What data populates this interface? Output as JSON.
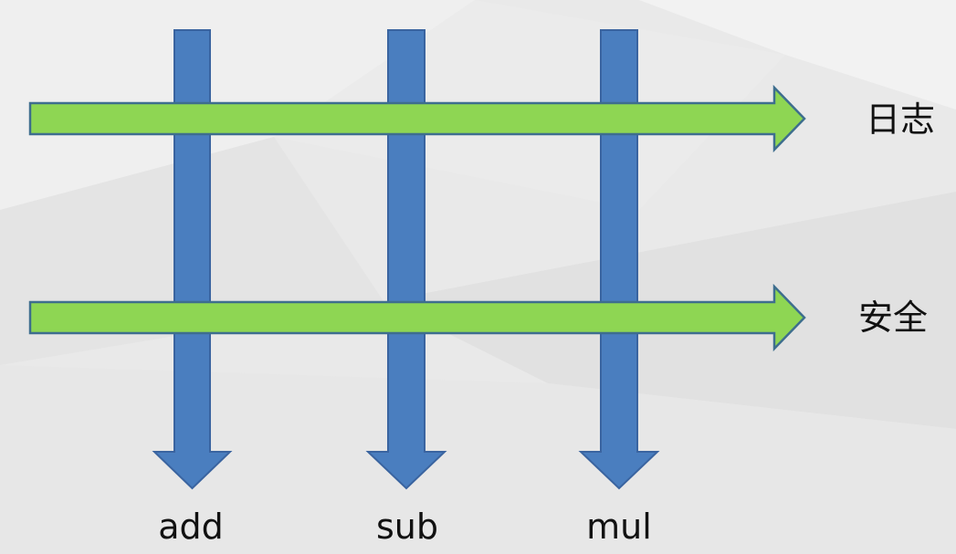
{
  "columns": [
    {
      "label": "add"
    },
    {
      "label": "sub"
    },
    {
      "label": "mul"
    }
  ],
  "rows": [
    {
      "label": "日志"
    },
    {
      "label": "安全"
    }
  ],
  "colors": {
    "vertical_arrow_fill": "#4a7ebf",
    "vertical_arrow_stroke": "#3a64a0",
    "horizontal_arrow_fill": "#8ed653",
    "horizontal_arrow_stroke": "#3e6e8e",
    "background": "#e9e9e9",
    "text": "#111111"
  }
}
